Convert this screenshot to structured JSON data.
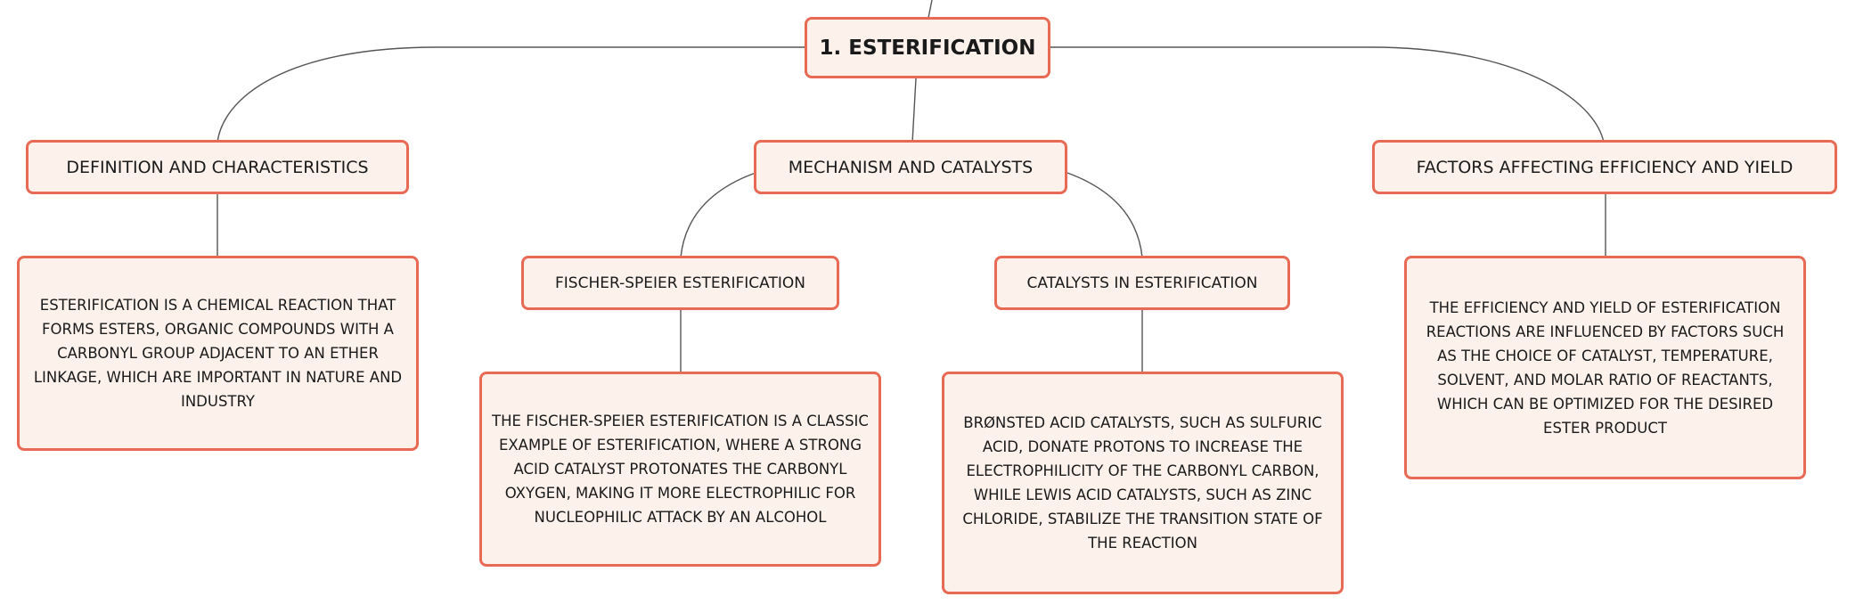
{
  "root": {
    "title": "1. ESTERIFICATION"
  },
  "topics": {
    "definition": {
      "title": "DEFINITION AND CHARACTERISTICS",
      "detail": "ESTERIFICATION IS A CHEMICAL REACTION THAT FORMS ESTERS, ORGANIC COMPOUNDS WITH A CARBONYL GROUP ADJACENT TO AN ETHER LINKAGE, WHICH ARE IMPORTANT IN NATURE AND INDUSTRY"
    },
    "mechanism": {
      "title": "MECHANISM AND CATALYSTS",
      "fischer": {
        "title": "FISCHER-SPEIER ESTERIFICATION",
        "detail": "THE FISCHER-SPEIER ESTERIFICATION IS A CLASSIC EXAMPLE OF ESTERIFICATION, WHERE A STRONG ACID CATALYST PROTONATES THE CARBONYL OXYGEN, MAKING IT MORE ELECTROPHILIC FOR NUCLEOPHILIC ATTACK BY AN ALCOHOL"
      },
      "catalysts": {
        "title": "CATALYSTS IN ESTERIFICATION",
        "detail": "BRØNSTED ACID CATALYSTS, SUCH AS SULFURIC ACID, DONATE PROTONS TO INCREASE THE ELECTROPHILICITY OF THE CARBONYL CARBON, WHILE LEWIS ACID CATALYSTS, SUCH AS ZINC CHLORIDE, STABILIZE THE TRANSITION STATE OF THE REACTION"
      }
    },
    "factors": {
      "title": "FACTORS AFFECTING EFFICIENCY AND YIELD",
      "detail": "THE EFFICIENCY AND YIELD OF ESTERIFICATION REACTIONS ARE INFLUENCED BY FACTORS SUCH AS THE CHOICE OF CATALYST, TEMPERATURE, SOLVENT, AND MOLAR RATIO OF REACTANTS, WHICH CAN BE OPTIMIZED FOR THE DESIRED ESTER PRODUCT"
    }
  },
  "colors": {
    "node_fill": "#fdf1ec",
    "node_border": "#e86a55",
    "connector": "#555555"
  }
}
